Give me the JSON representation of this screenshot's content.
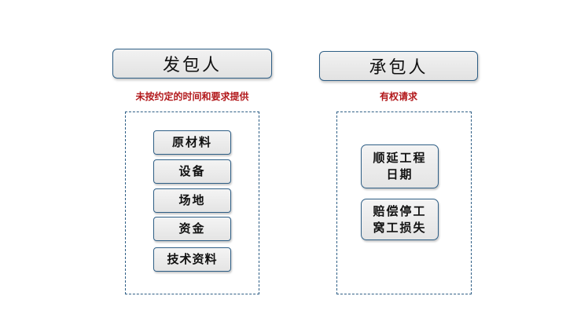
{
  "left": {
    "title": "发包人",
    "subtitle": "未按约定的时间和要求提供",
    "items": [
      "原材料",
      "设备",
      "场地",
      "资金",
      "技术资料"
    ]
  },
  "right": {
    "title": "承包人",
    "subtitle": "有权请求",
    "items": [
      "顺延工程\n日期",
      "赔偿停工\n窝工损失"
    ]
  }
}
